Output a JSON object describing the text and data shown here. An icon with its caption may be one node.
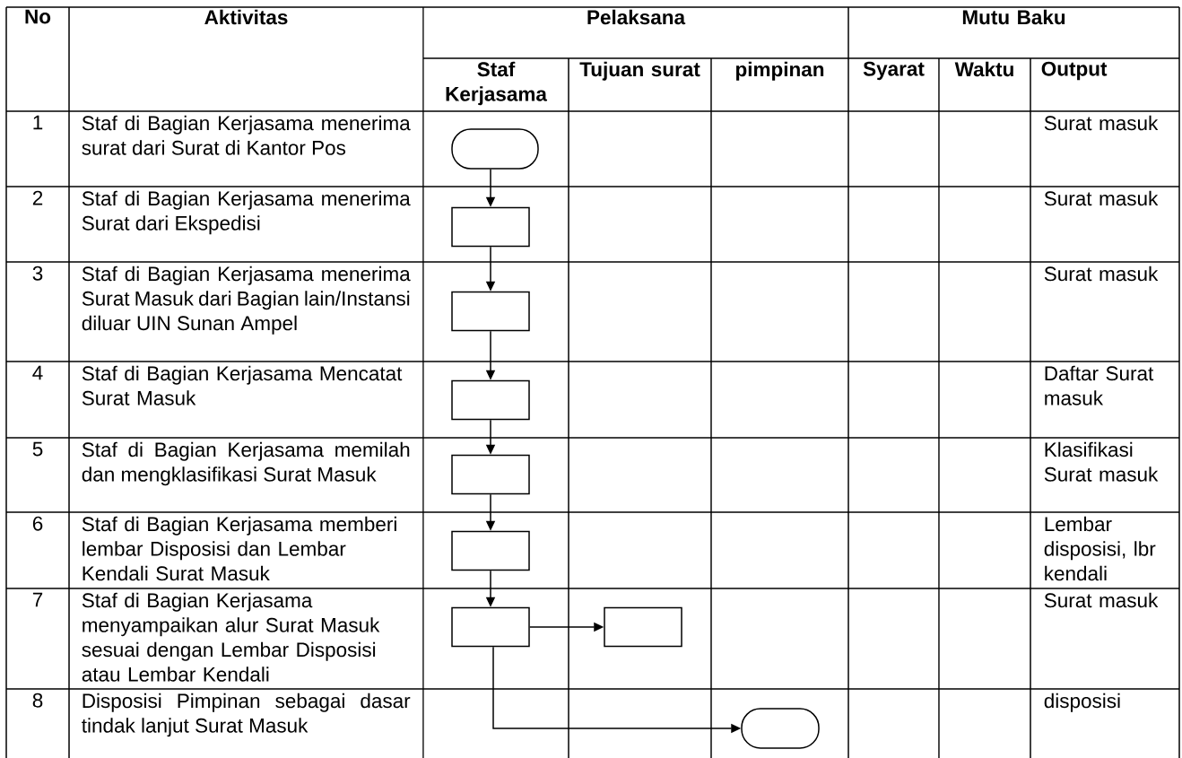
{
  "diagram": {
    "nodes": [
      {
        "text": [],
        "shape": "stadium"
      },
      {
        "text": [],
        "shape": "box"
      },
      {
        "text": [],
        "shape": "box"
      },
      {
        "text": [],
        "shape": "box"
      },
      {
        "text": [],
        "shape": "box"
      },
      {
        "text": [],
        "shape": "box"
      },
      {
        "text": [],
        "shape": "box"
      },
      {
        "text": [],
        "shape": "box"
      },
      {
        "text": [],
        "shape": "stadium"
      }
    ],
    "edges": [
      {
        "from": 0,
        "to": 1,
        "arrow": "to"
      },
      {
        "from": 1,
        "to": 2,
        "arrow": "to"
      },
      {
        "from": 2,
        "to": 3,
        "arrow": "to"
      },
      {
        "from": 3,
        "to": 4,
        "arrow": "to"
      },
      {
        "from": 4,
        "to": 5,
        "arrow": "to"
      },
      {
        "from": 5,
        "to": 6,
        "arrow": "to"
      },
      {
        "from": 6,
        "to": 7,
        "arrow": "to"
      },
      {
        "from": 6,
        "to": 8,
        "arrow": "to"
      }
    ],
    "labels": [
      "No",
      "Aktivitas",
      "Pelaksana",
      "Mutu Baku",
      "Staf Kerjasama",
      "Tujuan surat",
      "pimpinan",
      "Syarat",
      "Waktu",
      "Output",
      "1",
      "Staf di Bagian Kerjasama menerima surat dari Surat di Kantor Pos",
      "Surat masuk",
      "2",
      "Staf di Bagian Kerjasama menerima Surat dari Ekspedisi",
      "Surat masuk",
      "3",
      "Staf di Bagian Kerjasama menerima Surat Masuk dari Bagian lain/Instansi diluar UIN Sunan Ampel",
      "Surat masuk",
      "4",
      "Staf di Bagian Kerjasama Mencatat Surat Masuk",
      "Daftar Surat masuk",
      "5",
      "Staf di Bagian Kerjasama memilah dan mengklasifikasi Surat Masuk",
      "Klasifikasi Surat masuk",
      "6",
      "Staf di Bagian Kerjasama memberi lembar Disposisi dan Lembar Kendali Surat Masuk",
      "Lembar disposisi, lbr kendali",
      "7",
      "Staf di Bagian Kerjasama menyampaikan alur Surat Masuk sesuai dengan Lembar Disposisi atau Lembar Kendali",
      "Surat masuk",
      "8",
      "Disposisi Pimpinan sebagai dasar tindak lanjut Surat Masuk",
      "disposisi"
    ]
  }
}
